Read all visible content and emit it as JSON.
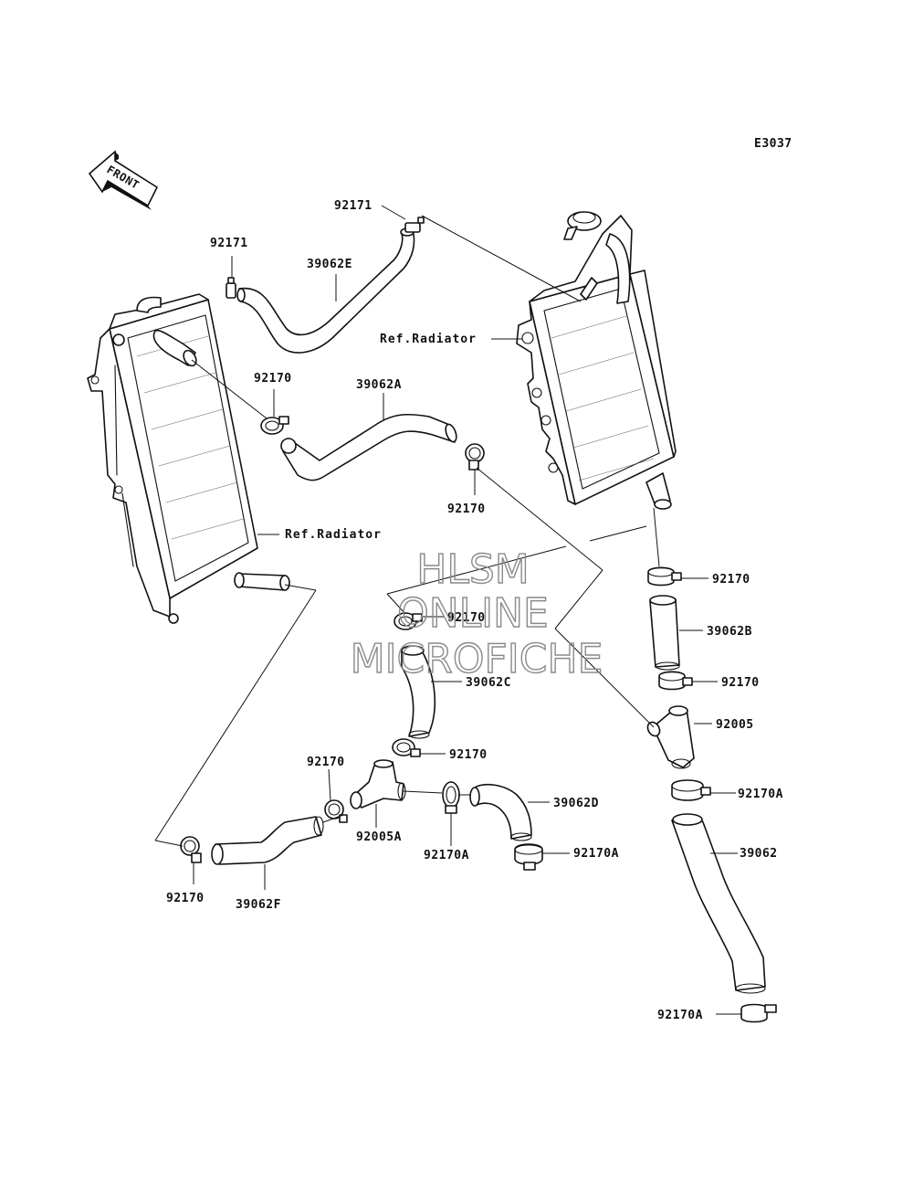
{
  "diagram_code": "E3037",
  "front_label": "FRONT",
  "watermark": {
    "line1": "HLSM",
    "line2": "ONLINE",
    "line3": "MICROFICHE"
  },
  "labels": {
    "ref_radiator_left": "Ref.Radiator",
    "ref_radiator_right": "Ref.Radiator",
    "p92171_left": "92171",
    "p92171_top": "92171",
    "p39062E": "39062E",
    "p92170_a": "92170",
    "p39062A": "39062A",
    "p92170_b": "92170",
    "p92170_c": "92170",
    "p92170_d": "92170",
    "p39062B": "39062B",
    "p92170_e": "92170",
    "p39062C": "39062C",
    "p92005": "92005",
    "p92170_f": "92170",
    "p92170_g": "92170",
    "p92170A_a": "92170A",
    "p39062D": "39062D",
    "p92005A": "92005A",
    "p92170A_b": "92170A",
    "p92170A_c": "92170A",
    "p39062": "39062",
    "p92170_h": "92170",
    "p39062F": "39062F",
    "p92170A_d": "92170A"
  }
}
